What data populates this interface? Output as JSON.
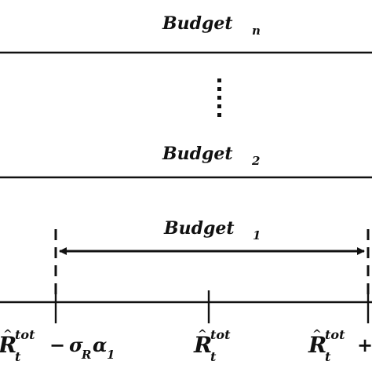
{
  "budgets": {
    "top": {
      "base": "Budget",
      "sub": "n"
    },
    "second": {
      "base": "Budget",
      "sub": "2"
    },
    "first": {
      "base": "Budget",
      "sub": "1"
    }
  },
  "ellipsis": "⋮",
  "axis": {
    "left_label": {
      "main": "R",
      "hat": "^",
      "sup": "tot",
      "sub": "t",
      "minus": "−",
      "sigma": "σ",
      "sigma_sub": "R",
      "alpha": "α",
      "alpha_sub": "1"
    },
    "center_label": {
      "main": "R",
      "hat": "^",
      "sup": "tot",
      "sub": "t"
    },
    "right_label": {
      "main": "R",
      "hat": "^",
      "sup": "tot",
      "sub": "t",
      "plus": "+"
    }
  },
  "colors": {
    "ink": "#111111",
    "background": "#ffffff"
  }
}
